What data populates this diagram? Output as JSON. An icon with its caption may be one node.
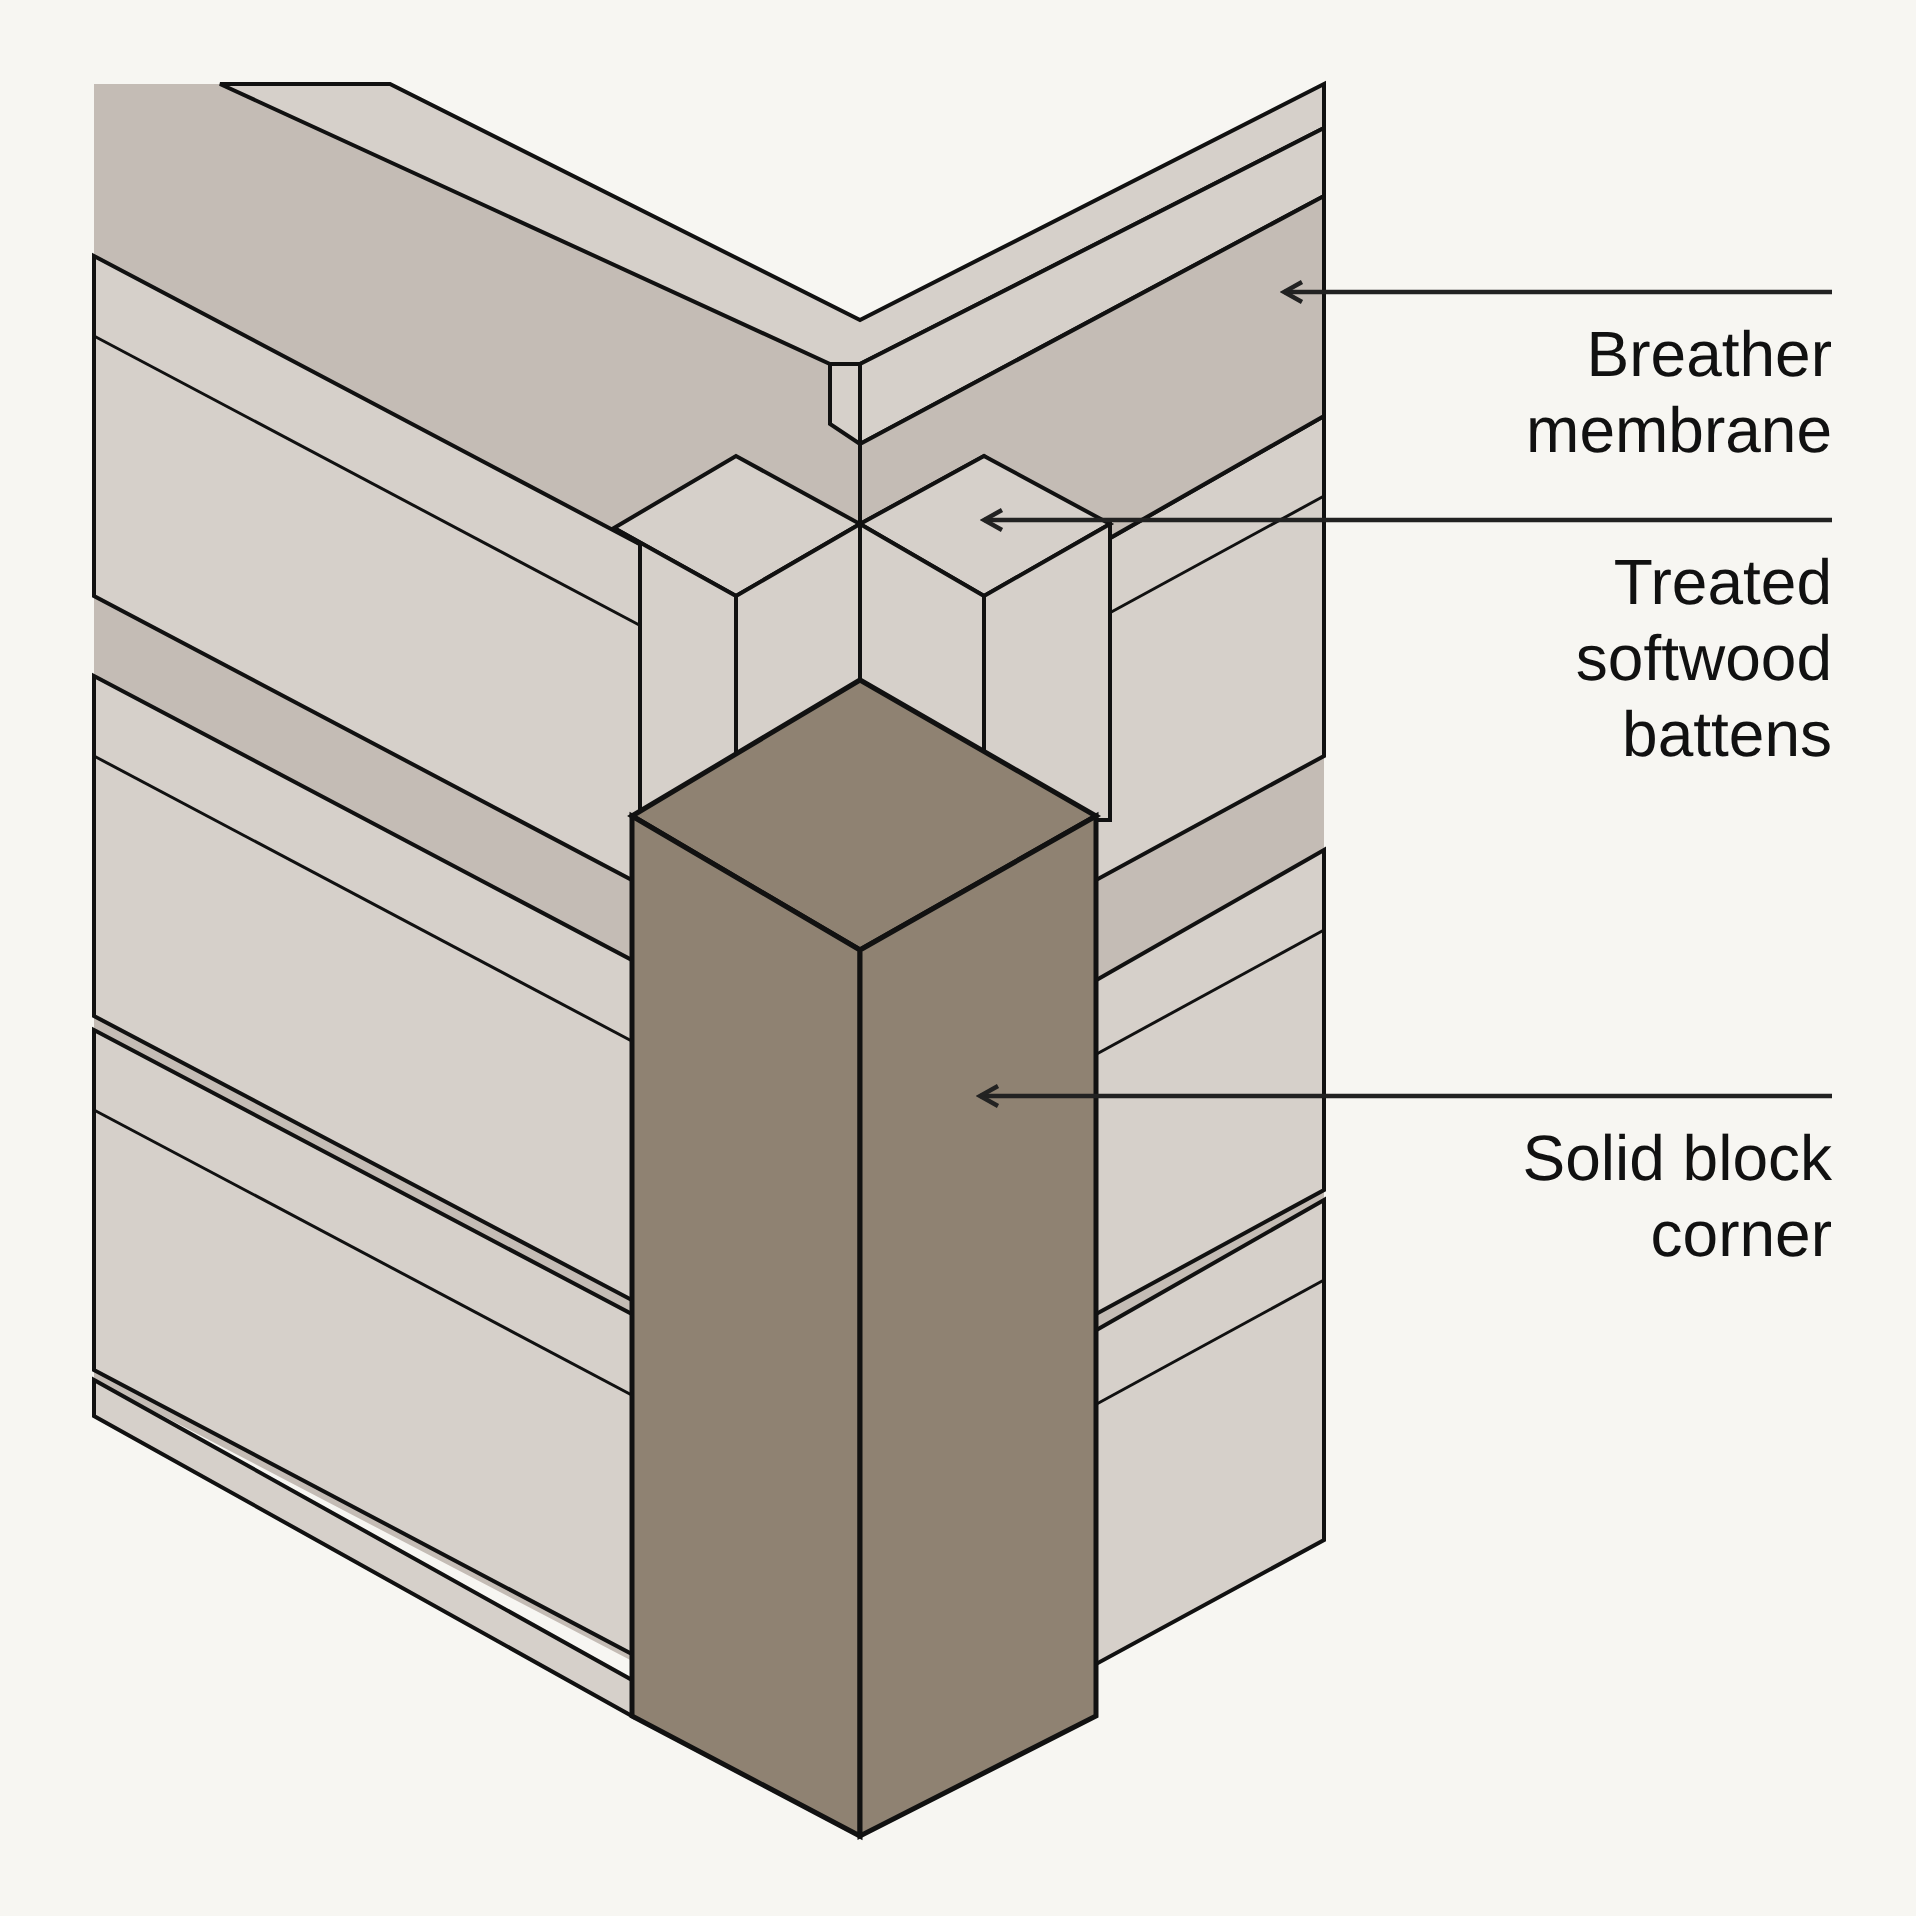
{
  "diagram": {
    "nodes": [
      {
        "text": [
          "Breather membrane"
        ]
      },
      {
        "text": [],
        "shape": "box"
      },
      {
        "text": [
          "Treated softwood battens"
        ]
      },
      {
        "text": [],
        "shape": "bar"
      },
      {
        "text": [
          "Solid block corner"
        ]
      },
      {
        "text": [],
        "shape": "box"
      }
    ],
    "edges": [
      {
        "from": 0,
        "to": 1,
        "arrow": "to"
      },
      {
        "from": 2,
        "to": 3,
        "arrow": "to"
      },
      {
        "from": 4,
        "to": 5,
        "arrow": "to"
      }
    ]
  }
}
